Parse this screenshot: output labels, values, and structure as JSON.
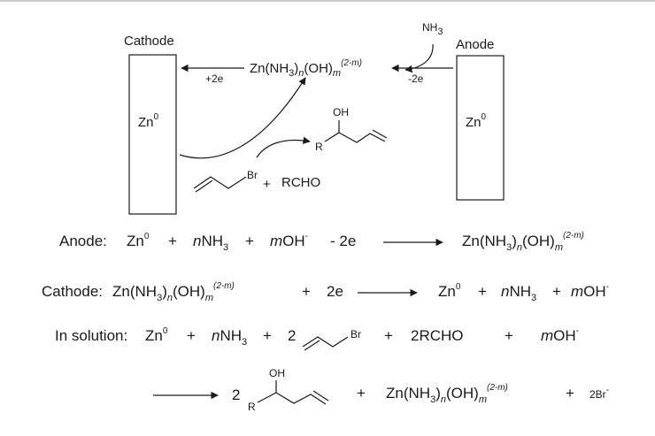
{
  "scheme": {
    "cathode_label": "Cathode",
    "anode_label": "Anode",
    "zn0": "Zn",
    "zero": "0",
    "ammonia": "NH",
    "three": "3",
    "complex": {
      "zn": "Zn(NH",
      "three": "3",
      "paren": ")",
      "n": "n",
      "oh": "(OH)",
      "m": "m",
      "charge": "(2-m)"
    },
    "plus2e": "+2e",
    "minus2e": "-2e",
    "br": "Br",
    "plus": "+",
    "rcho": "RCHO",
    "oh": "OH",
    "r": "R"
  },
  "equations": {
    "anode": {
      "label": "Anode:",
      "plus": "+",
      "n": "n",
      "nh": "NH",
      "three": "3",
      "m": "m",
      "ohminus": "OH",
      "minus_sign": "-",
      "minus2e": "-  2e"
    },
    "cathode": {
      "label": "Cathode:",
      "plus": "+",
      "two_e": "2e"
    },
    "solution": {
      "label": "In solution:",
      "two": "2",
      "two_rcho": "2RCHO",
      "br": "Br"
    },
    "product": {
      "two": "2",
      "two_br": "2Br",
      "minus_sign": "-"
    }
  }
}
